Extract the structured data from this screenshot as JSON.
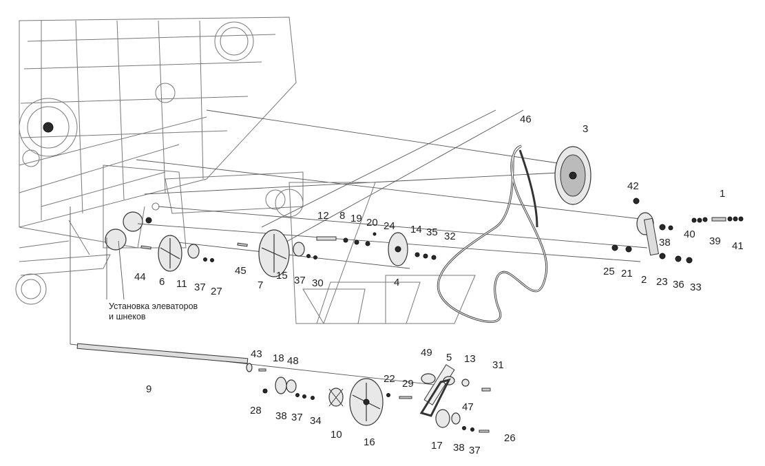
{
  "figure": {
    "caption_line1": "Установка элеваторов",
    "caption_line2": "и шнеков"
  },
  "labels": {
    "p1": "1",
    "p2": "2",
    "p3": "3",
    "p4": "4",
    "p5": "5",
    "p6": "6",
    "p7": "7",
    "p8": "8",
    "p9": "9",
    "p10": "10",
    "p11": "11",
    "p12": "12",
    "p13": "13",
    "p14": "14",
    "p15": "15",
    "p16": "16",
    "p17": "17",
    "p18": "18",
    "p19": "19",
    "p20": "20",
    "p21": "21",
    "p22": "22",
    "p23": "23",
    "p24": "24",
    "p25": "25",
    "p26": "26",
    "p27": "27",
    "p28": "28",
    "p29": "29",
    "p30": "30",
    "p31": "31",
    "p32": "32",
    "p33": "33",
    "p34": "34",
    "p35": "35",
    "p36": "36",
    "p37a": "37",
    "p37b": "37",
    "p37c": "37",
    "p37d": "37",
    "p38a": "38",
    "p38b": "38",
    "p38c": "38",
    "p39": "39",
    "p40": "40",
    "p41": "41",
    "p42": "42",
    "p43": "43",
    "p44": "44",
    "p45": "45",
    "p46": "46",
    "p47": "47",
    "p48": "48",
    "p49": "49"
  }
}
